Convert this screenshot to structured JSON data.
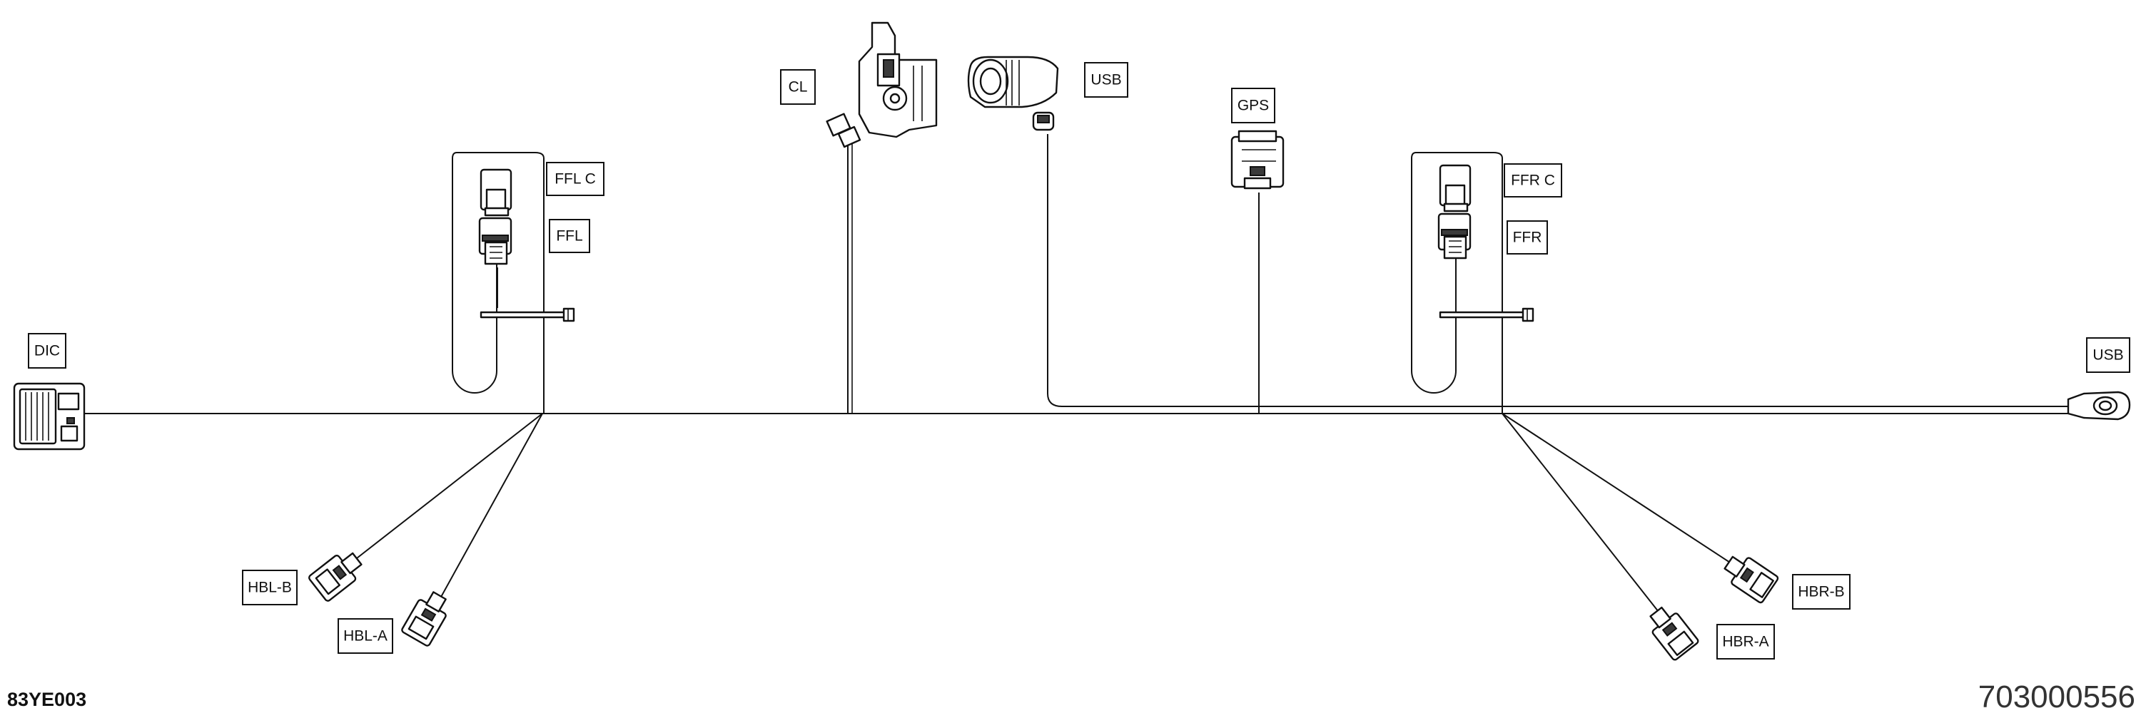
{
  "diagram": {
    "labels": {
      "cl": "CL",
      "usb_top": "USB",
      "gps": "GPS",
      "ffl_c": "FFL C",
      "ffl": "FFL",
      "ffr_c": "FFR C",
      "ffr": "FFR",
      "dic": "DIC",
      "usb_right": "USB",
      "hbl_b": "HBL-B",
      "hbl_a": "HBL-A",
      "hbr_b": "HBR-B",
      "hbr_a": "HBR-A"
    },
    "codes": {
      "bottom_left": "83YE003",
      "bottom_right": "703000556"
    }
  }
}
